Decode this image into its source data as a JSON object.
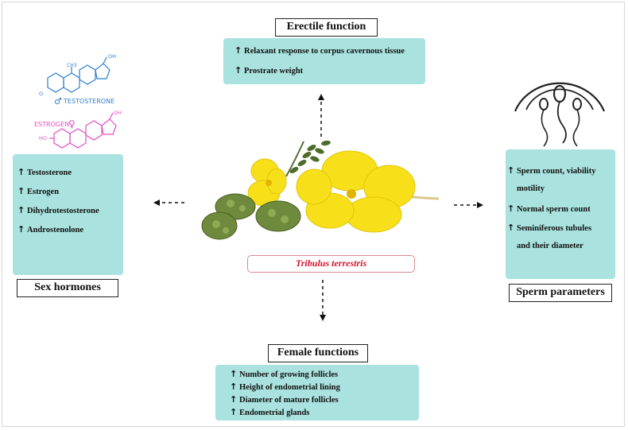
{
  "center": {
    "species": "Tribulus terrestris"
  },
  "erectile": {
    "title": "Erectile function",
    "items": [
      "Relaxant response to corpus cavernous tissue",
      "Prostrate weight"
    ]
  },
  "sex_hormones": {
    "title": "Sex hormones",
    "items": [
      "Testosterone",
      "Estrogen",
      "Dihydrotestosterone",
      "Androstenolone"
    ],
    "molecules": {
      "testosterone_label": "TESTOSTERONE",
      "estrogen_label": "ESTROGEN",
      "male_symbol": "♂",
      "female_symbol": "♀",
      "testosterone_color": "#2f7fd0",
      "estrogen_color": "#e04fc4"
    }
  },
  "sperm": {
    "title": "Sperm parameters",
    "items": [
      {
        "text": "Sperm count, viability",
        "cont": "motility"
      },
      {
        "text": "Normal sperm count",
        "cont": ""
      },
      {
        "text": "Seminiferous tubules",
        "cont": "and their diameter"
      }
    ]
  },
  "female": {
    "title": "Female functions",
    "items": [
      "Number of growing follicles",
      "Height of endometrial lining",
      "Diameter of mature follicles",
      "Endometrial glands"
    ]
  },
  "arrow_glyph": "↑",
  "colors": {
    "panel": "#a9e2df",
    "species_text": "#d1152b",
    "flower": "#f7e01a"
  }
}
